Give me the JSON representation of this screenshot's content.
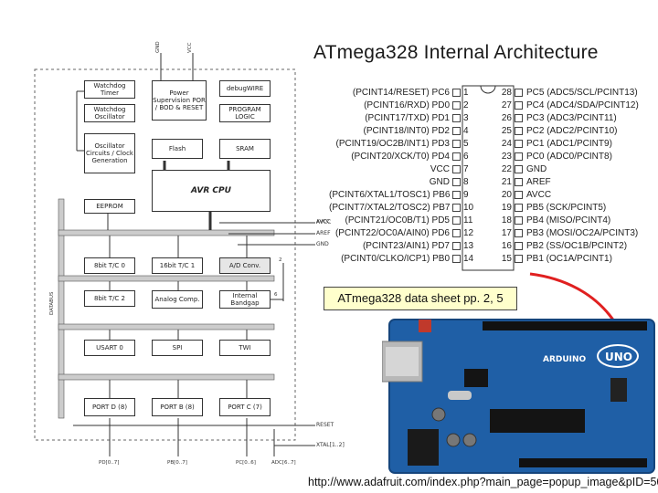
{
  "title": "ATmega328 Internal Architecture",
  "datasheet_note": "ATmega328 data sheet pp. 2, 5",
  "source_url": "http://www.adafruit.com/index.php?main_page=popup_image&pID=50",
  "block_diagram": {
    "supply": [
      "GND",
      "VCC"
    ],
    "blocks": {
      "watchdog_timer": "Watchdog Timer",
      "watchdog_oscillator": "Watchdog Oscillator",
      "power_supervision": "Power Supervision POR / BOD & RESET",
      "debugwire": "debugWIRE",
      "program_logic": "PROGRAM LOGIC",
      "oscillator_circuits": "Oscillator Circuits / Clock Generation",
      "flash": "Flash",
      "sram": "SRAM",
      "cpu": "AVR CPU",
      "eeprom": "EEPROM",
      "timer0": "8bit T/C 0",
      "timer1": "16bit T/C 1",
      "ad_conv": "A/D Conv.",
      "timer2": "8bit T/C 2",
      "analog_comp": "Analog Comp.",
      "bandgap": "Internal Bandgap",
      "usart": "USART 0",
      "spi": "SPI",
      "twi": "TWI",
      "portd": "PORT D (8)",
      "portb": "PORT B (8)",
      "portc": "PORT C (7)"
    },
    "signals": {
      "avcc": "AVCC",
      "aref": "AREF",
      "gnd": "GND",
      "reset": "RESET",
      "xtal": "XTAL[1..2]",
      "datbus": "DATABUS",
      "pd": "PD[0..7]",
      "pb": "PB[0..7]",
      "pc": "PC[0..6]",
      "adc": "ADC[6..7]",
      "n2": "2",
      "n6": "6"
    }
  },
  "pinout": {
    "left": [
      {
        "label": "(PCINT14/RESET) PC6",
        "num": "1"
      },
      {
        "label": "(PCINT16/RXD) PD0",
        "num": "2"
      },
      {
        "label": "(PCINT17/TXD) PD1",
        "num": "3"
      },
      {
        "label": "(PCINT18/INT0) PD2",
        "num": "4"
      },
      {
        "label": "(PCINT19/OC2B/INT1) PD3",
        "num": "5"
      },
      {
        "label": "(PCINT20/XCK/T0) PD4",
        "num": "6"
      },
      {
        "label": "VCC",
        "num": "7"
      },
      {
        "label": "GND",
        "num": "8"
      },
      {
        "label": "(PCINT6/XTAL1/TOSC1) PB6",
        "num": "9"
      },
      {
        "label": "(PCINT7/XTAL2/TOSC2) PB7",
        "num": "10"
      },
      {
        "label": "(PCINT21/OC0B/T1) PD5",
        "num": "11"
      },
      {
        "label": "(PCINT22/OC0A/AIN0) PD6",
        "num": "12"
      },
      {
        "label": "(PCINT23/AIN1) PD7",
        "num": "13"
      },
      {
        "label": "(PCINT0/CLKO/ICP1) PB0",
        "num": "14"
      }
    ],
    "right": [
      {
        "num": "28",
        "label": "PC5 (ADC5/SCL/PCINT13)"
      },
      {
        "num": "27",
        "label": "PC4 (ADC4/SDA/PCINT12)"
      },
      {
        "num": "26",
        "label": "PC3 (ADC3/PCINT11)"
      },
      {
        "num": "25",
        "label": "PC2 (ADC2/PCINT10)"
      },
      {
        "num": "24",
        "label": "PC1 (ADC1/PCINT9)"
      },
      {
        "num": "23",
        "label": "PC0 (ADC0/PCINT8)"
      },
      {
        "num": "22",
        "label": "GND"
      },
      {
        "num": "21",
        "label": "AREF"
      },
      {
        "num": "20",
        "label": "AVCC"
      },
      {
        "num": "19",
        "label": "PB5 (SCK/PCINT5)"
      },
      {
        "num": "18",
        "label": "PB4 (MISO/PCINT4)"
      },
      {
        "num": "17",
        "label": "PB3 (MOSI/OC2A/PCINT3)"
      },
      {
        "num": "16",
        "label": "PB2 (SS/OC1B/PCINT2)"
      },
      {
        "num": "15",
        "label": "PB1 (OC1A/PCINT1)"
      }
    ]
  },
  "board": {
    "brand": "ARDUINO",
    "model": "UNO"
  },
  "colors": {
    "board": "#1f5fa6",
    "board_dark": "#15457c",
    "arrow": "#e02020",
    "note_bg": "#ffffcc",
    "bus": "#cccccc"
  }
}
